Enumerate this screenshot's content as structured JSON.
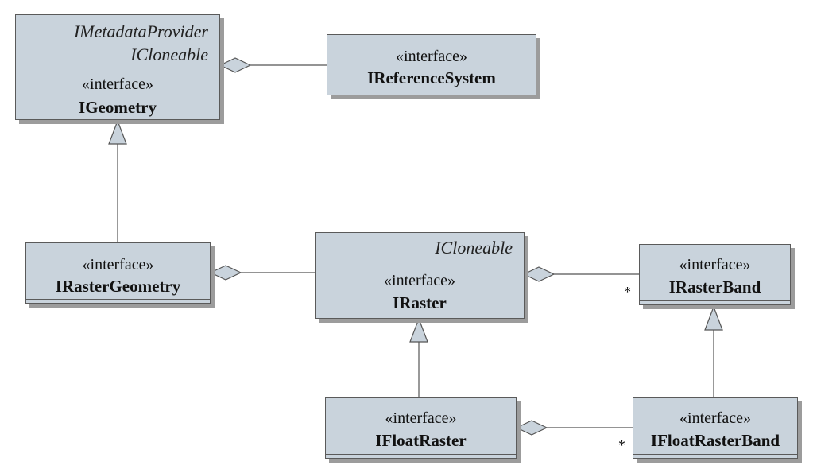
{
  "nodes": {
    "igeometry": {
      "stereotype": "«interface»",
      "name": "IGeometry",
      "implements": [
        "IMetadataProvider",
        "ICloneable"
      ]
    },
    "ireferencesystem": {
      "stereotype": "«interface»",
      "name": "IReferenceSystem"
    },
    "irastergeometry": {
      "stereotype": "«interface»",
      "name": "IRasterGeometry"
    },
    "iraster": {
      "stereotype": "«interface»",
      "name": "IRaster",
      "implements": [
        "ICloneable"
      ]
    },
    "irasterband": {
      "stereotype": "«interface»",
      "name": "IRasterBand"
    },
    "ifloatraster": {
      "stereotype": "«interface»",
      "name": "IFloatRaster"
    },
    "ifloatrasterband": {
      "stereotype": "«interface»",
      "name": "IFloatRasterBand"
    }
  },
  "edges": [
    {
      "from": "igeometry",
      "to": "ireferencesystem",
      "kind": "aggregation"
    },
    {
      "from": "irastergeometry",
      "to": "igeometry",
      "kind": "generalization"
    },
    {
      "from": "irastergeometry",
      "to": "iraster",
      "kind": "aggregation"
    },
    {
      "from": "iraster",
      "to": "irasterband",
      "kind": "aggregation",
      "multiplicity": "*"
    },
    {
      "from": "ifloatraster",
      "to": "iraster",
      "kind": "generalization"
    },
    {
      "from": "ifloatraster",
      "to": "ifloatrasterband",
      "kind": "aggregation",
      "multiplicity": "*"
    },
    {
      "from": "ifloatrasterband",
      "to": "irasterband",
      "kind": "generalization"
    }
  ],
  "colors": {
    "box_fill": "#c9d3dc",
    "box_border": "#5a5a5a",
    "shadow": "#9c9c9c",
    "line": "#555555"
  }
}
